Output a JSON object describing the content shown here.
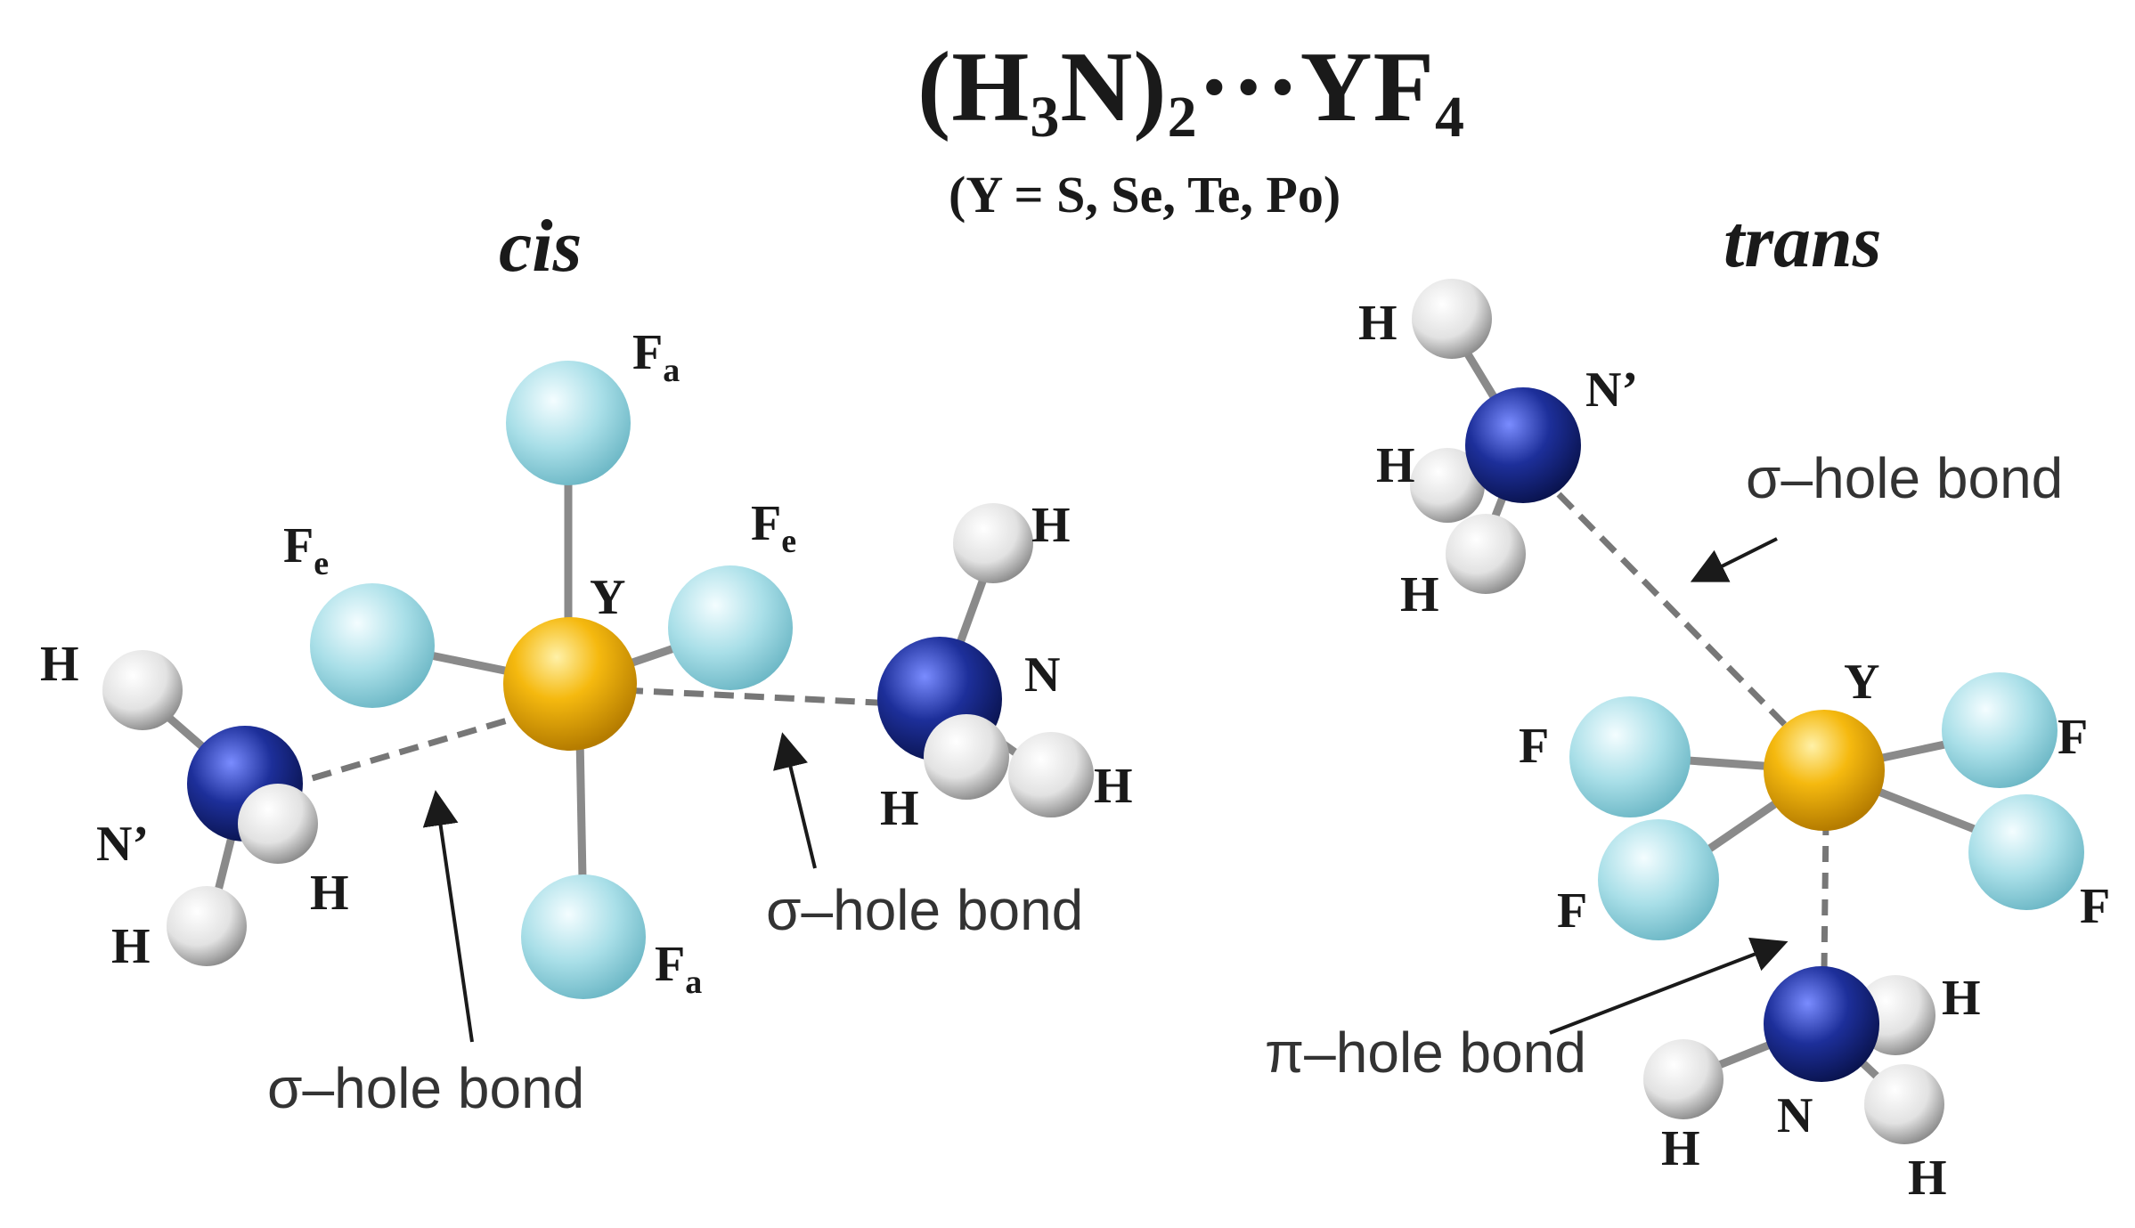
{
  "title": {
    "main": "(H",
    "sub1": "3",
    "mid": "N)",
    "sub2": "2",
    "tail": "···YF",
    "sub3": "4"
  },
  "subtitle": "(Y = S, Se, Te, Po)",
  "colors": {
    "fluorine": "#a9dfe8",
    "central": "#f5b90f",
    "nitrogen": "#1d2f9a",
    "hydrogen": "#e2e2e2",
    "bond": "#8a8a8a"
  },
  "cis": {
    "label": "cis",
    "atoms": {
      "Fa_top": {
        "base": "F",
        "sub": "a"
      },
      "Fa_bottom": {
        "base": "F",
        "sub": "a"
      },
      "Fe_left": {
        "base": "F",
        "sub": "e"
      },
      "Fe_right": {
        "base": "F",
        "sub": "e"
      },
      "Y": "Y",
      "N": "N",
      "N_prime": "N’",
      "H_n1": "H",
      "H_n2": "H",
      "H_n3": "H",
      "H_np1": "H",
      "H_np2": "H",
      "H_np3": "H"
    },
    "bond_labels": {
      "left": "σ–hole bond",
      "right": "σ–hole bond"
    }
  },
  "trans": {
    "label": "trans",
    "atoms": {
      "N_prime": "N’",
      "H_np1": "H",
      "H_np2": "H",
      "H_np3": "H",
      "Y": "Y",
      "F1": "F",
      "F2": "F",
      "F3": "F",
      "F4": "F",
      "N": "N",
      "H_n1": "H",
      "H_n2": "H",
      "H_n3": "H"
    },
    "bond_labels": {
      "sigma": "σ–hole bond",
      "pi": "π–hole bond"
    }
  }
}
